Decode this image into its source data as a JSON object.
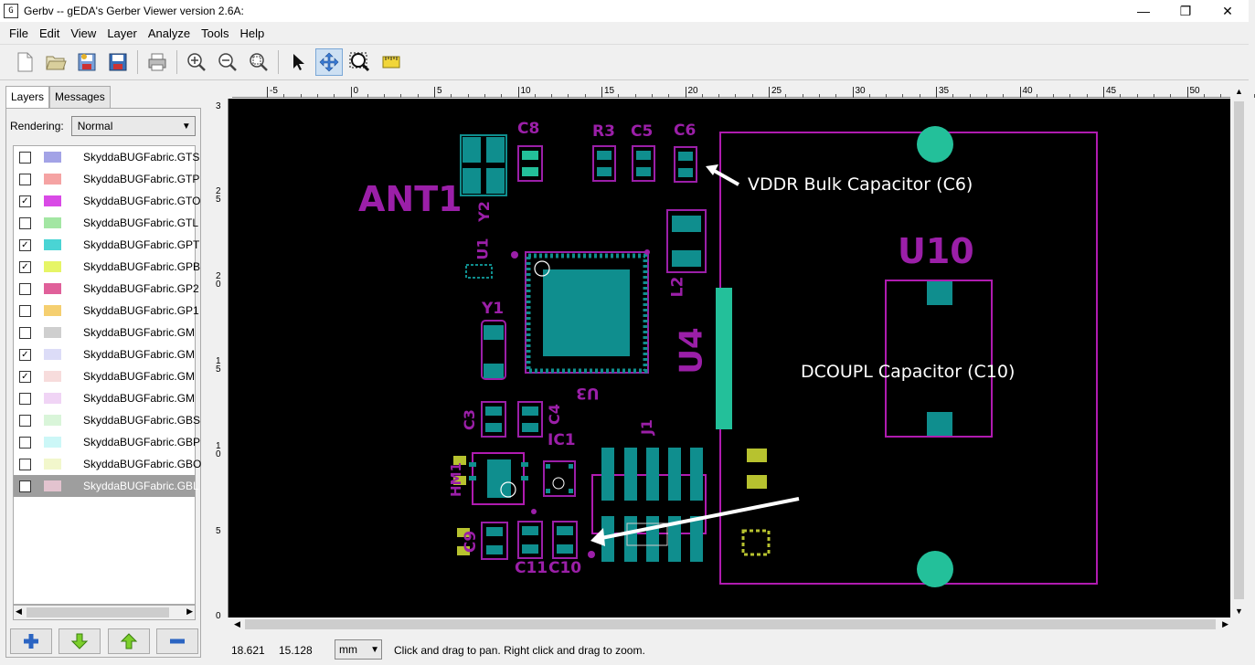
{
  "window": {
    "title": "Gerbv -- gEDA's Gerber Viewer version 2.6A:",
    "app_icon": "gerbv-icon",
    "controls": [
      "minimize",
      "restore",
      "close"
    ]
  },
  "menu": [
    "File",
    "Edit",
    "View",
    "Layer",
    "Analyze",
    "Tools",
    "Help"
  ],
  "toolbar": {
    "buttons": [
      "new-icon",
      "open-icon",
      "revert-icon",
      "save-icon",
      "print-icon",
      "zoom-in-icon",
      "zoom-out-icon",
      "zoom-fit-icon",
      "pointer-icon",
      "pan-icon",
      "zoom-tool-icon",
      "measure-icon"
    ],
    "active": "pan-icon"
  },
  "sidebar": {
    "tabs": [
      "Layers",
      "Messages"
    ],
    "active_tab": "Layers",
    "rendering_label": "Rendering:",
    "rendering_value": "Normal",
    "layers": [
      {
        "name": "SkyddaBUGFabric.GTS",
        "color": "#a3a3e6",
        "checked": false
      },
      {
        "name": "SkyddaBUGFabric.GTP",
        "color": "#f5a3a3",
        "checked": false
      },
      {
        "name": "SkyddaBUGFabric.GTO",
        "color": "#d94ae6",
        "checked": true
      },
      {
        "name": "SkyddaBUGFabric.GTL",
        "color": "#a3e6a3",
        "checked": false
      },
      {
        "name": "SkyddaBUGFabric.GPT",
        "color": "#4ad4d4",
        "checked": true
      },
      {
        "name": "SkyddaBUGFabric.GPB",
        "color": "#e6f566",
        "checked": true
      },
      {
        "name": "SkyddaBUGFabric.GP2",
        "color": "#e0609a",
        "checked": false
      },
      {
        "name": "SkyddaBUGFabric.GP1",
        "color": "#f5cf70",
        "checked": false
      },
      {
        "name": "SkyddaBUGFabric.GM",
        "color": "#cfcfcf",
        "checked": false
      },
      {
        "name": "SkyddaBUGFabric.GM",
        "color": "#dcdcf7",
        "checked": true
      },
      {
        "name": "SkyddaBUGFabric.GM",
        "color": "#f7dcdc",
        "checked": true
      },
      {
        "name": "SkyddaBUGFabric.GM",
        "color": "#f0d4f5",
        "checked": false
      },
      {
        "name": "SkyddaBUGFabric.GBS",
        "color": "#d9f5d9",
        "checked": false
      },
      {
        "name": "SkyddaBUGFabric.GBP",
        "color": "#ccf7f7",
        "checked": false
      },
      {
        "name": "SkyddaBUGFabric.GBO",
        "color": "#f2f7cc",
        "checked": false
      },
      {
        "name": "SkyddaBUGFabric.GBL",
        "color": "#e3c3cf",
        "checked": false,
        "selected": true
      }
    ],
    "layer_buttons": [
      "add-layer-icon",
      "move-down-icon",
      "move-up-icon",
      "remove-layer-icon"
    ]
  },
  "rulers": {
    "top_ticks": [
      "-5",
      "0",
      "5",
      "10",
      "15",
      "20",
      "25",
      "30",
      "35",
      "40",
      "45",
      "50"
    ],
    "left_ticks": [
      "3",
      "2 5",
      "2 0",
      "1 5",
      "1 0",
      "5",
      "0"
    ]
  },
  "pcb": {
    "designators": {
      "ant1": "ANT1",
      "y2": "Y2",
      "u1": "U1",
      "y1": "Y1",
      "u3": "U3",
      "c8": "C8",
      "r3": "R3",
      "c5": "C5",
      "c6": "C6",
      "l2": "L2",
      "u4": "U4",
      "u10": "U10",
      "c3": "C3",
      "c4": "C4",
      "ic1": "IC1",
      "j1": "J1",
      "hm1": "HM1",
      "c9": "C9",
      "c11": "C11",
      "c10": "C10"
    },
    "colors": {
      "silk": "#9b1fa8",
      "pad": "#0f8e8e",
      "pad_bright": "#23c09a",
      "pad_yellow": "#b7c22f",
      "outline": "#b01bb0"
    }
  },
  "annotations": {
    "c6_note": "VDDR Bulk Capacitor (C6)",
    "c10_note": "DCOUPL Capacitor (C10)"
  },
  "status": {
    "x": "18.621",
    "y": "15.128",
    "unit": "mm",
    "message": "Click and drag to pan. Right click and drag to zoom."
  }
}
